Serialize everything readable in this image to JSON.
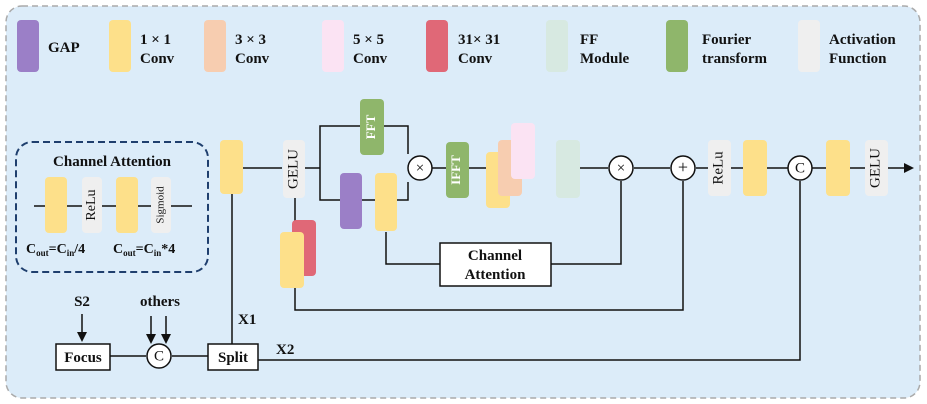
{
  "legend": {
    "items": [
      {
        "label": "GAP",
        "color": "#9b7fc7"
      },
      {
        "label": "1 × 1\nConv",
        "color": "#fde08a"
      },
      {
        "label": "3 × 3\nConv",
        "color": "#f7cdb0"
      },
      {
        "label": "5 × 5\nConv",
        "color": "#fbe3f3"
      },
      {
        "label": "31× 31\nConv",
        "color": "#e06877"
      },
      {
        "label": "FF\nModule",
        "color": "#d7e9e1"
      },
      {
        "label": "Fourier\ntransform",
        "color": "#8fb66b"
      },
      {
        "label": "Activation\nFunction",
        "color": "#efefef"
      }
    ]
  },
  "channel_attention": {
    "title": "Channel Attention",
    "act1": "ReLu",
    "act2": "Sigmoid",
    "formula1": {
      "c": "C",
      "sub_out": "out",
      "eq": "=C",
      "sub_in": "in",
      "tail": "/4"
    },
    "formula2": {
      "c": "C",
      "sub_out": "out",
      "eq": "=C",
      "sub_in": "in",
      "tail": "*4"
    }
  },
  "main": {
    "gelu1": "GELU",
    "fft": "FFT",
    "ifft": "IFFT",
    "relu": "ReLu",
    "gelu2": "GELU",
    "mult": "×",
    "plus": "+",
    "concat": "C",
    "ca_box": "Channel\nAttention"
  },
  "bottom": {
    "s2": "S2",
    "others": "others",
    "focus": "Focus",
    "split": "Split",
    "x1": "X1",
    "x2": "X2"
  }
}
